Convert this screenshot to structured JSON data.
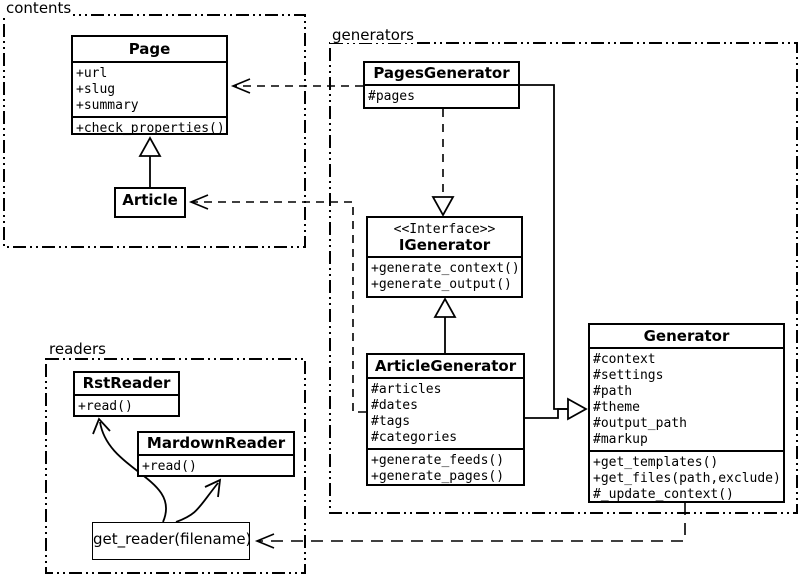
{
  "packages": {
    "contents": {
      "label": "contents"
    },
    "generators": {
      "label": "generators"
    },
    "readers": {
      "label": "readers"
    }
  },
  "classes": {
    "page": {
      "name": "Page",
      "attributes": [
        "+url",
        "+slug",
        "+summary"
      ],
      "methods": [
        "+check_properties()"
      ]
    },
    "article": {
      "name": "Article"
    },
    "pages_generator": {
      "name": "PagesGenerator",
      "attributes": [
        "#pages"
      ]
    },
    "igenerator": {
      "stereotype": "<<Interface>>",
      "name": "IGenerator",
      "methods": [
        "+generate_context()",
        "+generate_output()"
      ]
    },
    "article_generator": {
      "name": "ArticleGenerator",
      "attributes": [
        "#articles",
        "#dates",
        "#tags",
        "#categories"
      ],
      "methods": [
        "+generate_feeds()",
        "+generate_pages()"
      ]
    },
    "generator": {
      "name": "Generator",
      "attributes": [
        "#context",
        "#settings",
        "#path",
        "#theme",
        "#output_path",
        "#markup"
      ],
      "methods": [
        "+get_templates()",
        "+get_files(path,exclude)",
        "#_update_context()"
      ]
    },
    "rst_reader": {
      "name": "RstReader",
      "methods": [
        "+read()"
      ]
    },
    "mardown_reader": {
      "name": "MardownReader",
      "methods": [
        "+read()"
      ]
    },
    "get_reader": {
      "name": "get_reader(filename)"
    }
  },
  "colors": {
    "line": "#000000",
    "background": "#ffffff",
    "box_fill": "#ffffff"
  }
}
